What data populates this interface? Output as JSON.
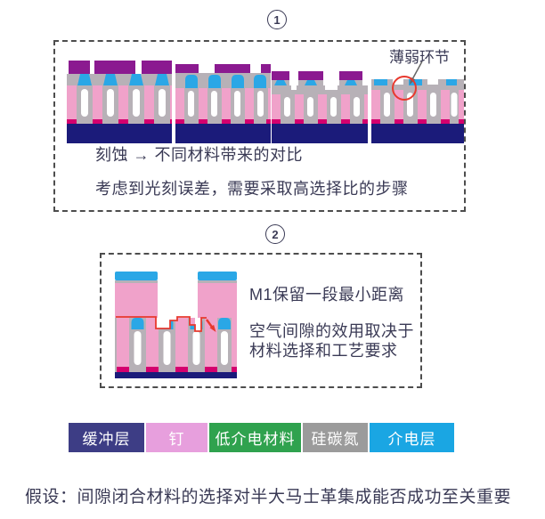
{
  "colors": {
    "ink": "#3a3a55",
    "dash": "#4d4d4d",
    "buffer": "#3d3d85",
    "pin": "#e79fdd",
    "lowk": "#2fa24e",
    "sicn": "#9b9b9b",
    "dielectric": "#1aa6e3",
    "base-navy": "#1b1b7a",
    "pink": "#f0a2ca",
    "purple": "#8b1a90",
    "blue-cap": "#2aa7e6",
    "fin-gray": "#b7b1b7",
    "via-magenta": "#d4006e",
    "marker-red": "#e8392e",
    "arrow-gray": "#666666"
  },
  "step1": {
    "badge": "1",
    "weak_link_label": "薄弱环节",
    "line1": "刻蚀 → 不同材料带来的对比",
    "line2": "考虑到光刻误差，需要采取高选择比的步骤"
  },
  "step2": {
    "badge": "2",
    "line1": "M1保留一段最小距离",
    "line2": "空气间隙的效用取决于",
    "line3": "材料选择和工艺要求"
  },
  "legend": {
    "items": [
      {
        "label": "缓冲层",
        "color": "#3d3d85"
      },
      {
        "label": "钉",
        "color": "#e79fdd"
      },
      {
        "label": "低介电材料",
        "color": "#2fa24e"
      },
      {
        "label": "硅碳氮",
        "color": "#9b9b9b"
      },
      {
        "label": "介电层",
        "color": "#1aa6e3"
      }
    ]
  },
  "footer": {
    "text": "假设：间隙闭合材料的选择对半大马士革集成能否成功至关重要"
  }
}
